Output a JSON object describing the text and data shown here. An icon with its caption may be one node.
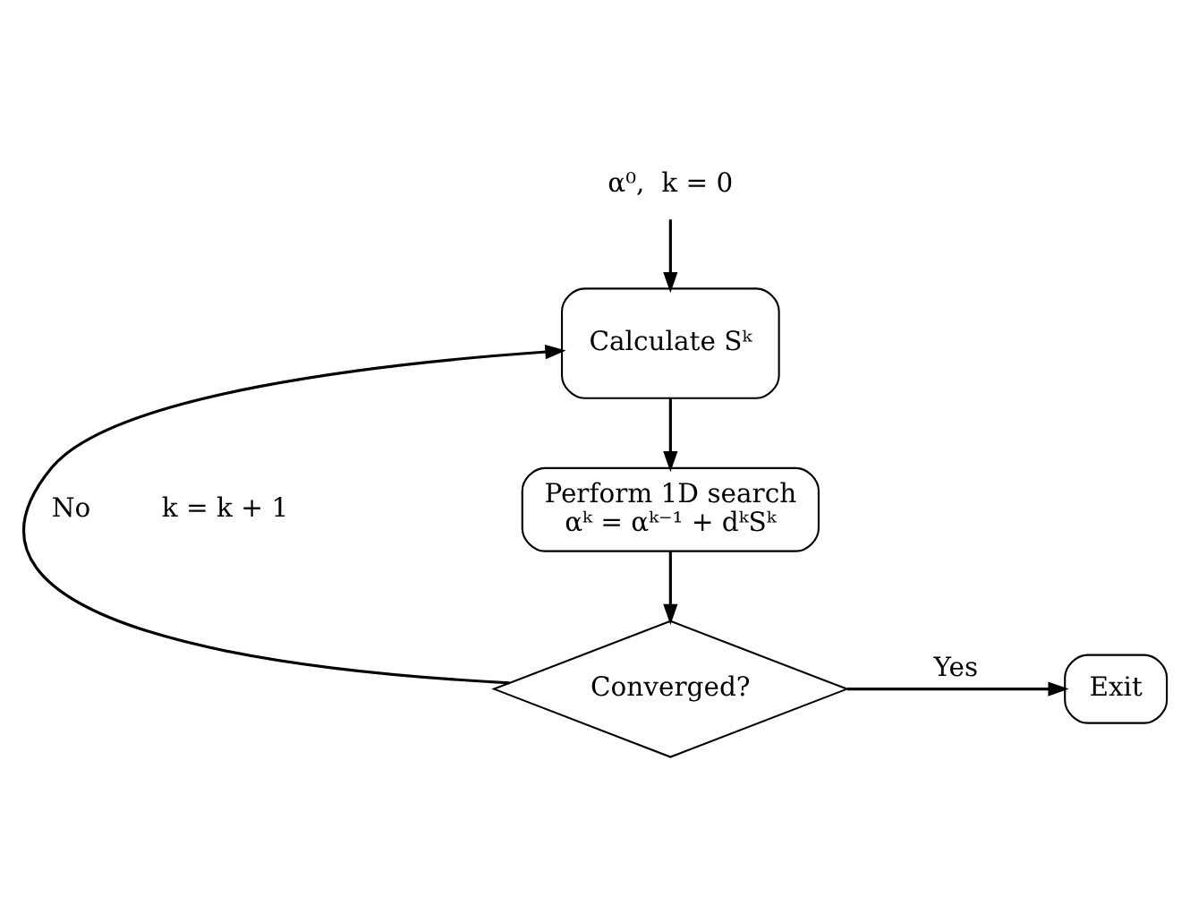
{
  "diagram": {
    "nodes": [
      {
        "text": [
          "α⁰,  k = 0"
        ]
      },
      {
        "text": [
          "Calculate Sᵏ"
        ]
      },
      {
        "text": [
          "Perform 1D search",
          "αᵏ = αᵏ⁻¹ + dᵏSᵏ"
        ]
      },
      {
        "text": [
          "Converged?"
        ]
      },
      {
        "text": [
          "Exit"
        ]
      }
    ],
    "edges": [
      {
        "from": 0,
        "to": 1,
        "arrow": "to"
      },
      {
        "from": 1,
        "to": 2,
        "arrow": "to"
      },
      {
        "from": 2,
        "to": 3,
        "arrow": "to"
      },
      {
        "from": 3,
        "to": 1,
        "arrow": "to",
        "label": "No"
      },
      {
        "from": 3,
        "to": 4,
        "arrow": "to",
        "label": "Yes"
      }
    ],
    "labels": [
      "k = k + 1"
    ]
  }
}
